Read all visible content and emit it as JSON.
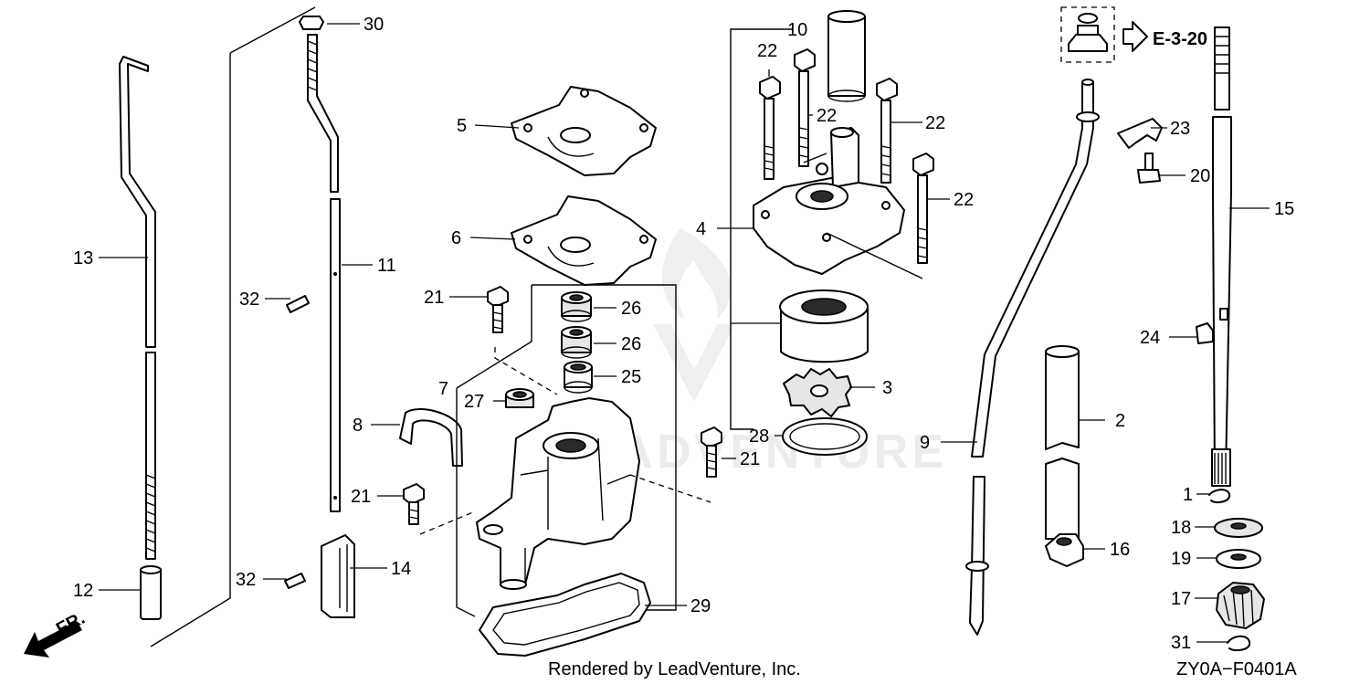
{
  "diagram": {
    "callouts": [
      {
        "id": "c1",
        "label": "1"
      },
      {
        "id": "c2",
        "label": "2"
      },
      {
        "id": "c3",
        "label": "3"
      },
      {
        "id": "c4",
        "label": "4"
      },
      {
        "id": "c5",
        "label": "5"
      },
      {
        "id": "c6",
        "label": "6"
      },
      {
        "id": "c7",
        "label": "7"
      },
      {
        "id": "c8",
        "label": "8"
      },
      {
        "id": "c9",
        "label": "9"
      },
      {
        "id": "c10",
        "label": "10"
      },
      {
        "id": "c11",
        "label": "11"
      },
      {
        "id": "c12",
        "label": "12"
      },
      {
        "id": "c13",
        "label": "13"
      },
      {
        "id": "c14",
        "label": "14"
      },
      {
        "id": "c15",
        "label": "15"
      },
      {
        "id": "c16",
        "label": "16"
      },
      {
        "id": "c17",
        "label": "17"
      },
      {
        "id": "c18",
        "label": "18"
      },
      {
        "id": "c19",
        "label": "19"
      },
      {
        "id": "c20",
        "label": "20"
      },
      {
        "id": "c21a",
        "label": "21"
      },
      {
        "id": "c21b",
        "label": "21"
      },
      {
        "id": "c21c",
        "label": "21"
      },
      {
        "id": "c22a",
        "label": "22"
      },
      {
        "id": "c22b",
        "label": "22"
      },
      {
        "id": "c22c",
        "label": "22"
      },
      {
        "id": "c22d",
        "label": "22"
      },
      {
        "id": "c23",
        "label": "23"
      },
      {
        "id": "c24",
        "label": "24"
      },
      {
        "id": "c25",
        "label": "25"
      },
      {
        "id": "c26a",
        "label": "26"
      },
      {
        "id": "c26b",
        "label": "26"
      },
      {
        "id": "c27",
        "label": "27"
      },
      {
        "id": "c28",
        "label": "28"
      },
      {
        "id": "c29",
        "label": "29"
      },
      {
        "id": "c30",
        "label": "30"
      },
      {
        "id": "c31",
        "label": "31"
      },
      {
        "id": "c32a",
        "label": "32"
      },
      {
        "id": "c32b",
        "label": "32"
      }
    ],
    "reference": "E-3-20",
    "front_label": "FR.",
    "watermark": "LEADVENTURE",
    "credit": "Rendered by LeadVenture, Inc.",
    "diagram_code": "ZY0A−F0401A"
  }
}
